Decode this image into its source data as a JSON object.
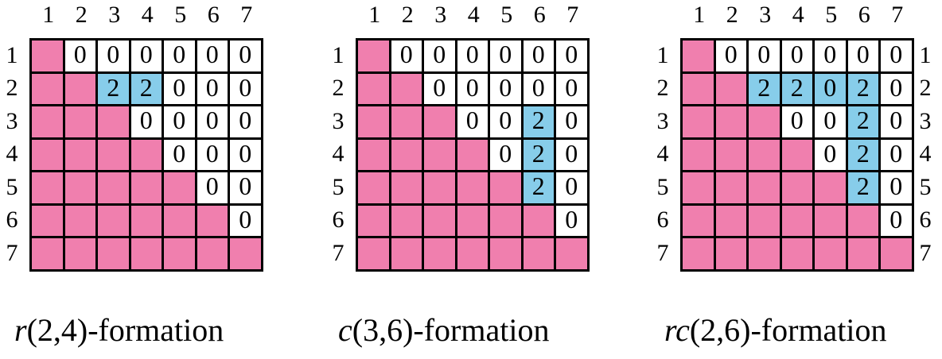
{
  "colors": {
    "pink": "#f07fae",
    "blue": "#87cdea",
    "white": "#ffffff",
    "border": "#000000"
  },
  "labels": [
    "1",
    "2",
    "3",
    "4",
    "5",
    "6",
    "7"
  ],
  "panels": [
    {
      "caption_prefix": "r",
      "caption_rest": "(2,4)-formation",
      "right_labels": false,
      "rows": [
        [
          "p",
          "0",
          "0",
          "0",
          "0",
          "0",
          "0"
        ],
        [
          "p",
          "p",
          "2b",
          "2b",
          "0",
          "0",
          "0"
        ],
        [
          "p",
          "p",
          "p",
          "0",
          "0",
          "0",
          "0"
        ],
        [
          "p",
          "p",
          "p",
          "p",
          "0",
          "0",
          "0"
        ],
        [
          "p",
          "p",
          "p",
          "p",
          "p",
          "0",
          "0"
        ],
        [
          "p",
          "p",
          "p",
          "p",
          "p",
          "p",
          "0"
        ],
        [
          "p",
          "p",
          "p",
          "p",
          "p",
          "p",
          "p"
        ]
      ]
    },
    {
      "caption_prefix": "c",
      "caption_rest": "(3,6)-formation",
      "right_labels": false,
      "rows": [
        [
          "p",
          "0",
          "0",
          "0",
          "0",
          "0",
          "0"
        ],
        [
          "p",
          "p",
          "0",
          "0",
          "0",
          "0",
          "0"
        ],
        [
          "p",
          "p",
          "p",
          "0",
          "0",
          "2b",
          "0"
        ],
        [
          "p",
          "p",
          "p",
          "p",
          "0",
          "2b",
          "0"
        ],
        [
          "p",
          "p",
          "p",
          "p",
          "p",
          "2b",
          "0"
        ],
        [
          "p",
          "p",
          "p",
          "p",
          "p",
          "p",
          "0"
        ],
        [
          "p",
          "p",
          "p",
          "p",
          "p",
          "p",
          "p"
        ]
      ]
    },
    {
      "caption_prefix": "rc",
      "caption_rest": "(2,6)-formation",
      "right_labels": true,
      "rows": [
        [
          "p",
          "0",
          "0",
          "0",
          "0",
          "0",
          "0"
        ],
        [
          "p",
          "p",
          "2b",
          "2b",
          "0b",
          "2b",
          "0"
        ],
        [
          "p",
          "p",
          "p",
          "0",
          "0",
          "2b",
          "0"
        ],
        [
          "p",
          "p",
          "p",
          "p",
          "0",
          "2b",
          "0"
        ],
        [
          "p",
          "p",
          "p",
          "p",
          "p",
          "2b",
          "0"
        ],
        [
          "p",
          "p",
          "p",
          "p",
          "p",
          "p",
          "0"
        ],
        [
          "p",
          "p",
          "p",
          "p",
          "p",
          "p",
          "p"
        ]
      ]
    }
  ]
}
